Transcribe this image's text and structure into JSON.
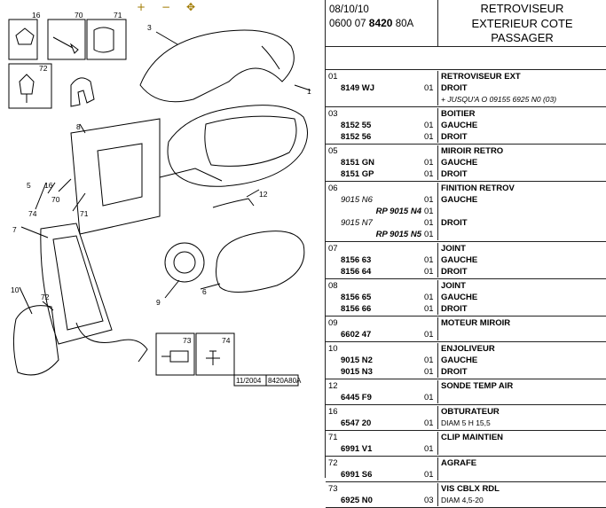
{
  "toolbar": {
    "zoom_in": "+",
    "zoom_out": "−",
    "zoom_fit": "✥"
  },
  "diagram": {
    "callouts": [
      "1",
      "3",
      "5",
      "6",
      "7",
      "8",
      "9",
      "10",
      "12",
      "16",
      "70",
      "71",
      "72",
      "73",
      "74"
    ],
    "stamp_date": "11/2004",
    "stamp_code": "8420A80A"
  },
  "header": {
    "date": "08/10/10",
    "code_prefix": "0600 07",
    "code_main": "8420",
    "code_suffix": "80A",
    "title_lines": [
      "RETROVISEUR",
      "EXTERIEUR COTE",
      "PASSAGER"
    ]
  },
  "parts": [
    {
      "num": "01",
      "rows": [
        {
          "ref": "",
          "qty": "",
          "desc": "RETROVISEUR EXT"
        },
        {
          "ref": "8149 WJ",
          "qty": "01",
          "desc": "DROIT"
        },
        {
          "ref": "",
          "qty": "",
          "desc": "+ JUSQU'A O 09155 6925 N0 (03)",
          "style": "note"
        }
      ]
    },
    {
      "num": "03",
      "rows": [
        {
          "ref": "",
          "qty": "",
          "desc": "BOITIER"
        },
        {
          "ref": "8152 55",
          "qty": "01",
          "desc": "GAUCHE"
        },
        {
          "ref": "8152 56",
          "qty": "01",
          "desc": "DROIT"
        }
      ]
    },
    {
      "num": "05",
      "rows": [
        {
          "ref": "",
          "qty": "",
          "desc": "MIROIR RETRO"
        },
        {
          "ref": "8151 GN",
          "qty": "01",
          "desc": "GAUCHE"
        },
        {
          "ref": "8151 GP",
          "qty": "01",
          "desc": "DROIT"
        }
      ]
    },
    {
      "num": "06",
      "rows": [
        {
          "ref": "",
          "qty": "",
          "desc": "FINITION RETROV"
        },
        {
          "ref": "9015 N6",
          "qty": "01",
          "desc": "GAUCHE",
          "refstyle": "ital"
        },
        {
          "ref": "RP 9015 N4",
          "qty": "01",
          "desc": "",
          "refstyle": "right"
        },
        {
          "ref": "9015 N7",
          "qty": "01",
          "desc": "DROIT",
          "refstyle": "ital"
        },
        {
          "ref": "RP 9015 N5",
          "qty": "01",
          "desc": "",
          "refstyle": "right"
        }
      ]
    },
    {
      "num": "07",
      "rows": [
        {
          "ref": "",
          "qty": "",
          "desc": "JOINT"
        },
        {
          "ref": "8156 63",
          "qty": "01",
          "desc": "GAUCHE"
        },
        {
          "ref": "8156 64",
          "qty": "01",
          "desc": "DROIT"
        }
      ]
    },
    {
      "num": "08",
      "rows": [
        {
          "ref": "",
          "qty": "",
          "desc": "JOINT"
        },
        {
          "ref": "8156 65",
          "qty": "01",
          "desc": "GAUCHE"
        },
        {
          "ref": "8156 66",
          "qty": "01",
          "desc": "DROIT"
        }
      ]
    },
    {
      "num": "09",
      "rows": [
        {
          "ref": "",
          "qty": "",
          "desc": "MOTEUR MIROIR"
        },
        {
          "ref": "6602 47",
          "qty": "01",
          "desc": ""
        }
      ]
    },
    {
      "num": "10",
      "rows": [
        {
          "ref": "",
          "qty": "",
          "desc": "ENJOLIVEUR"
        },
        {
          "ref": "9015 N2",
          "qty": "01",
          "desc": "GAUCHE"
        },
        {
          "ref": "9015 N3",
          "qty": "01",
          "desc": "DROIT"
        }
      ]
    },
    {
      "num": "12",
      "rows": [
        {
          "ref": "",
          "qty": "",
          "desc": "SONDE TEMP AIR"
        },
        {
          "ref": "6445 F9",
          "qty": "01",
          "desc": ""
        }
      ]
    },
    {
      "num": "16",
      "rows": [
        {
          "ref": "",
          "qty": "",
          "desc": "OBTURATEUR"
        },
        {
          "ref": "6547 20",
          "qty": "01",
          "desc": "DIAM 5 H 15,5",
          "style": "plain"
        }
      ]
    },
    {
      "num": "71",
      "rows": [
        {
          "ref": "",
          "qty": "",
          "desc": "CLIP MAINTIEN"
        },
        {
          "ref": "6991 V1",
          "qty": "01",
          "desc": ""
        }
      ]
    },
    {
      "num": "72",
      "rows": [
        {
          "ref": "",
          "qty": "",
          "desc": "AGRAFE"
        },
        {
          "ref": "6991 S6",
          "qty": "01",
          "desc": ""
        }
      ]
    },
    {
      "num": "73",
      "rows": [
        {
          "ref": "",
          "qty": "",
          "desc": "VIS CBLX RDL"
        },
        {
          "ref": "6925 N0",
          "qty": "03",
          "desc": "DIAM 4,5-20",
          "style": "plain"
        }
      ]
    }
  ]
}
